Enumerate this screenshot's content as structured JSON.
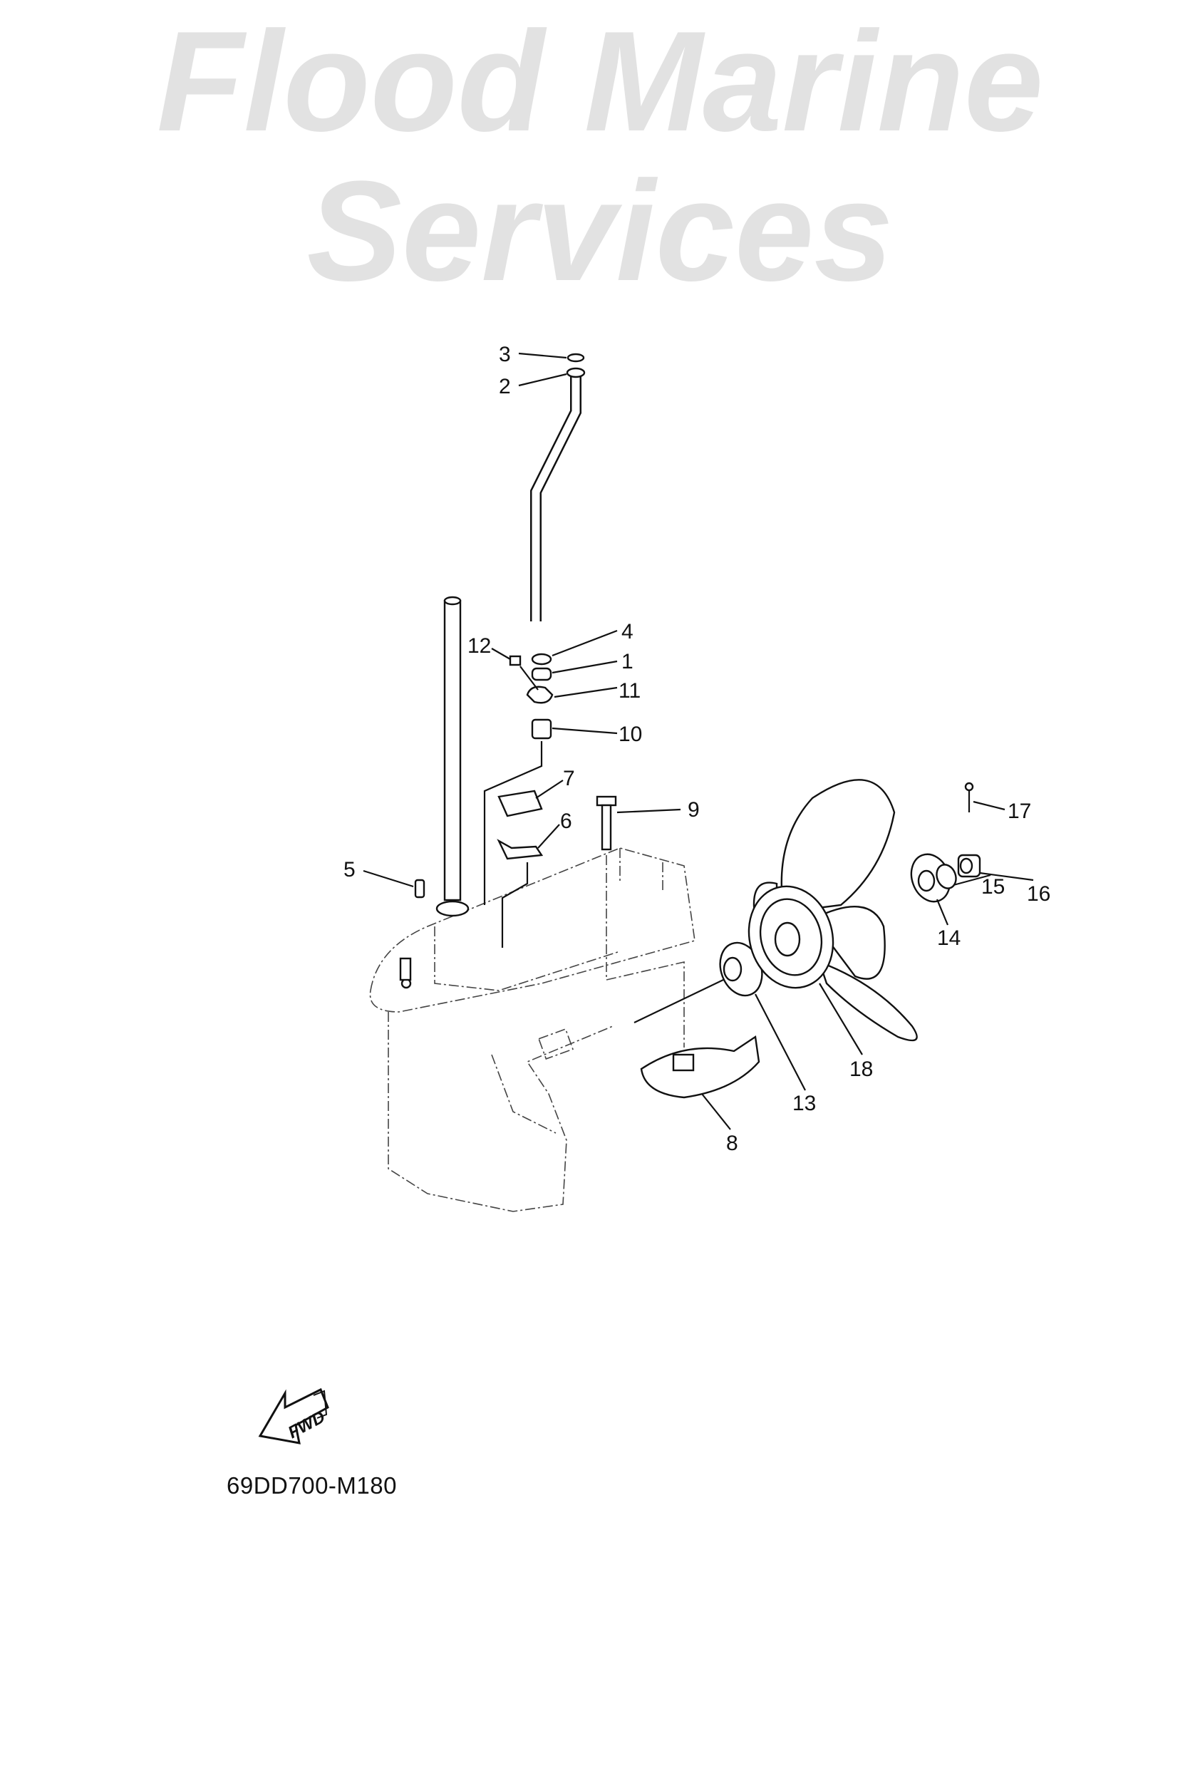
{
  "diagram": {
    "part_labels": [
      "1",
      "2",
      "3",
      "4",
      "5",
      "6",
      "7",
      "8",
      "9",
      "10",
      "11",
      "12",
      "13",
      "14",
      "15",
      "16",
      "17",
      "18"
    ],
    "direction_marker": "FWD",
    "drawing_code": "69DD700-M180",
    "watermark": "Flood Marine Services"
  }
}
